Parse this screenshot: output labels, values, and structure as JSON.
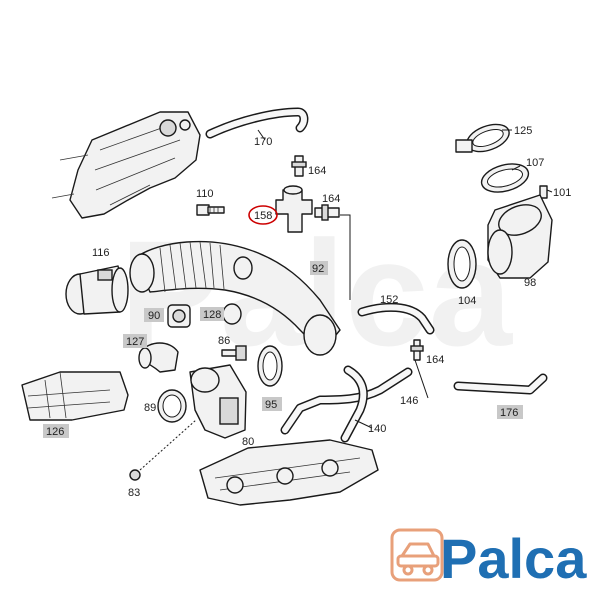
{
  "labels": {
    "l170": "170",
    "l164a": "164",
    "l110": "110",
    "l158": "158",
    "l164b": "164",
    "l125": "125",
    "l107": "107",
    "l101": "101",
    "l116": "116",
    "l92": "92",
    "l152": "152",
    "l104": "104",
    "l98": "98",
    "l90": "90",
    "l128": "128",
    "l127": "127",
    "l86": "86",
    "l164c": "164",
    "l146": "146",
    "l126": "126",
    "l89": "89",
    "l95": "95",
    "l176": "176",
    "l140": "140",
    "l80": "80",
    "l83": "83"
  },
  "watermark": "Palca",
  "logo": {
    "text": "Palca",
    "color": "#1f6fb3"
  },
  "colors": {
    "highlight_circle": "#cc0000",
    "label_box": "#c8c8c8"
  }
}
